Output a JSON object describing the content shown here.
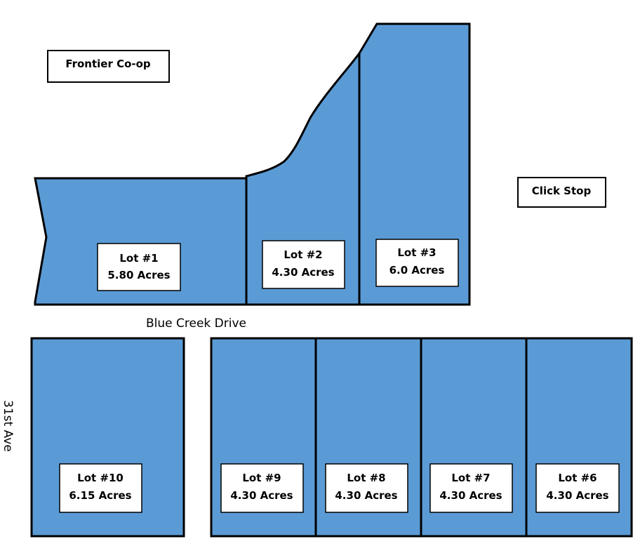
{
  "landmarks": {
    "frontier": "Frontier Co-op",
    "clickstop": "Click Stop"
  },
  "streets": {
    "blue_creek": "Blue Creek Drive",
    "ave_31st": "31st Ave"
  },
  "colors": {
    "parcel_fill": "#5b9bd5",
    "outline": "#000000",
    "label_bg": "#ffffff"
  },
  "lots": [
    {
      "id": "lot-1",
      "name": "Lot #1",
      "acres": "5.80 Acres"
    },
    {
      "id": "lot-2",
      "name": "Lot #2",
      "acres": "4.30 Acres"
    },
    {
      "id": "lot-3",
      "name": "Lot #3",
      "acres": "6.0 Acres"
    },
    {
      "id": "lot-10",
      "name": "Lot #10",
      "acres": "6.15 Acres"
    },
    {
      "id": "lot-9",
      "name": "Lot #9",
      "acres": "4.30 Acres"
    },
    {
      "id": "lot-8",
      "name": "Lot #8",
      "acres": "4.30 Acres"
    },
    {
      "id": "lot-7",
      "name": "Lot #7",
      "acres": "4.30 Acres"
    },
    {
      "id": "lot-6",
      "name": "Lot #6",
      "acres": "4.30 Acres"
    }
  ]
}
